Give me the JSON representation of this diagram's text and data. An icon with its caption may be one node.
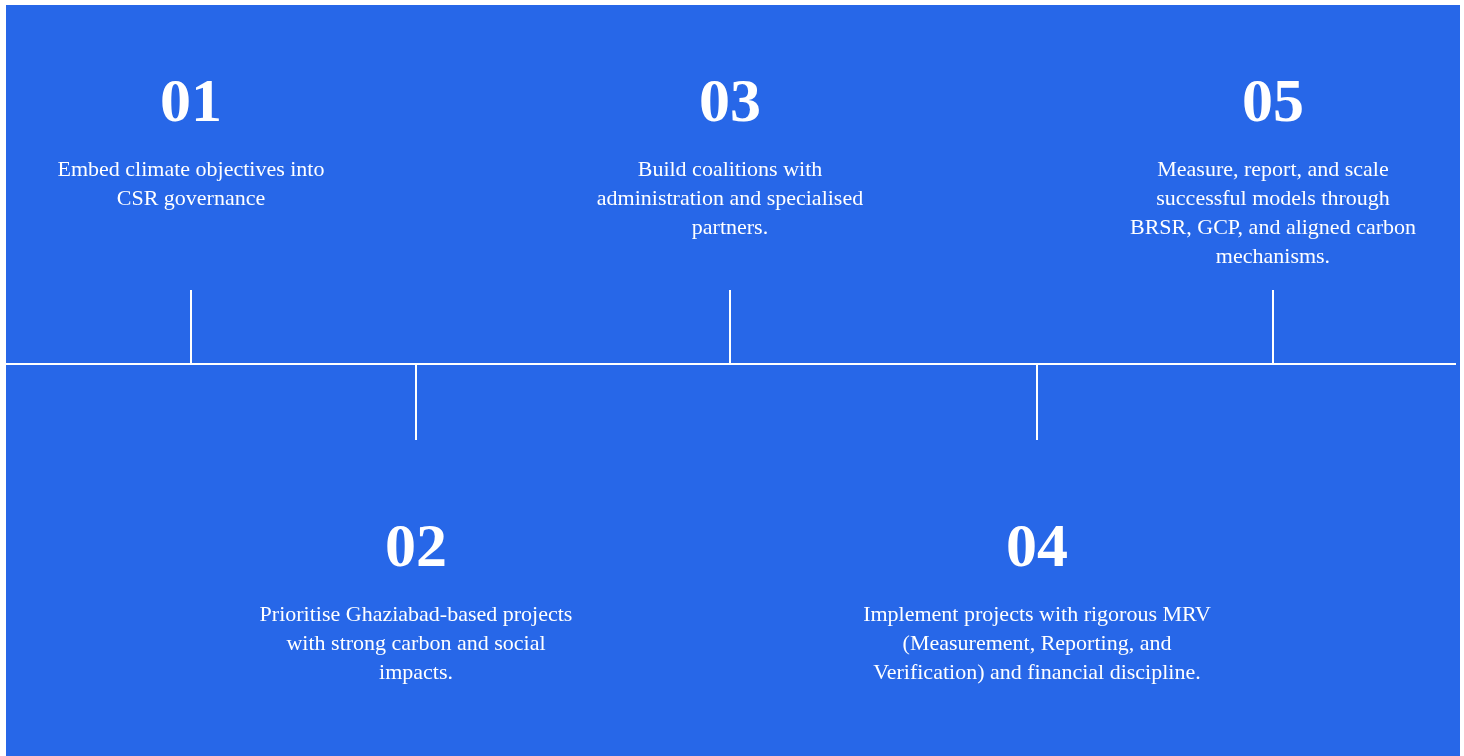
{
  "diagram": {
    "nodes": [
      {
        "text": [
          "01",
          "Embed climate objectives into CSR governance"
        ]
      },
      {
        "text": [
          "02",
          "Prioritise Ghaziabad-based projects with strong carbon and social impacts."
        ]
      },
      {
        "text": [
          "03",
          "Build coalitions with administration and specialised partners."
        ]
      },
      {
        "text": [
          "04",
          "Implement projects with rigorous MRV (Measurement, Reporting, and Verification) and financial discipline."
        ]
      },
      {
        "text": [
          "05",
          "Measure, report, and scale successful models through BRSR, GCP, and aligned carbon mechanisms."
        ]
      }
    ]
  }
}
